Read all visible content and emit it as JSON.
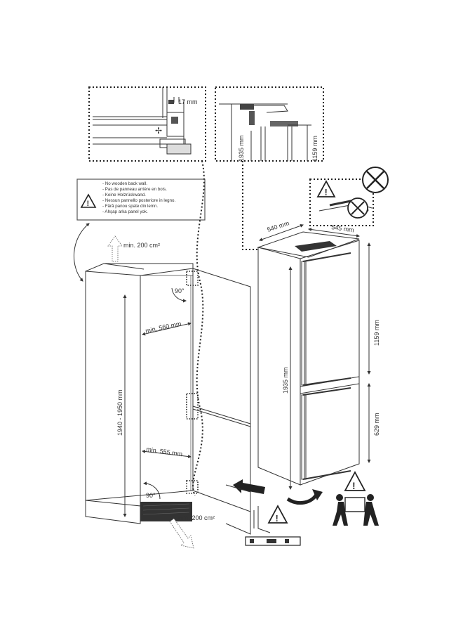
{
  "detail_left": {
    "gap_label": "17 mm"
  },
  "detail_right": {
    "height_label": "1935 mm",
    "height_small_label": "1159 mm"
  },
  "warning_box": {
    "lines": [
      "- No wooden back wall.",
      "- Pas de panneau arrière en bois.",
      "- Keine Holzrückwand.",
      "- Nessun pannello posteriore in legno.",
      "- Fără panou spate din lemn.",
      "- Ahşap arka panel yok."
    ]
  },
  "cabinet": {
    "vent_top_label": "min. 200 cm²",
    "vent_bottom_label": "min. 200 cm²",
    "height_label": "1940 - 1950 mm",
    "width_top_label": "min. 560 mm",
    "width_bottom_label": "min. 555 mm",
    "angle_top_label": "90°",
    "angle_bottom_label": "90°"
  },
  "appliance": {
    "depth_label": "540 mm",
    "width_label": "545 mm",
    "height_label": "1935 mm",
    "upper_label": "1159 mm",
    "lower_label": "629 mm"
  },
  "colors": {
    "line": "#222222",
    "fill_dark": "#333333",
    "fill_light": "#f2f2f2"
  },
  "icons": [
    "warning-triangle-icon",
    "prohibited-x-icon",
    "arrow-left-icon",
    "rotate-arrow-icon",
    "two-person-lift-icon",
    "spirit-level-icon",
    "airflow-arrow-icon"
  ]
}
